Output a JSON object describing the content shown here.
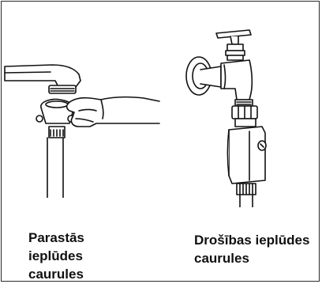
{
  "captions": {
    "standard": [
      "Parastās",
      "ieplūdes",
      "caurules"
    ],
    "safety": [
      "Drošības ieplūdes",
      "caurules"
    ]
  },
  "figures": {
    "standard": "faucet-hose-connection-illustration",
    "safety": "safety-hose-valve-illustration"
  },
  "colors": {
    "line": "#111111",
    "fill": "#ffffff",
    "border": "#2a2a2a"
  }
}
